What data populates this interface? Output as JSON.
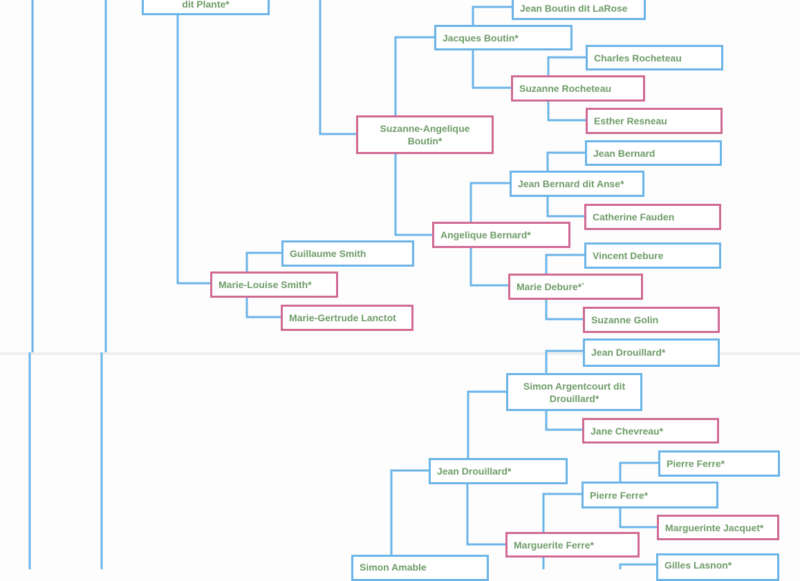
{
  "people": {
    "dit_plante": "dit Plante*",
    "jean_boutin_larose": "Jean Boutin dit LaRose",
    "jacques_boutin": "Jacques Boutin*",
    "charles_rocheteau": "Charles Rocheteau",
    "suzanne_rocheteau": "Suzanne Rocheteau",
    "esther_resneau": "Esther Resneau",
    "suzanne_angelique_boutin": "Suzanne-Angelique Boutin*",
    "jean_bernard": "Jean Bernard",
    "jean_bernard_anse": "Jean Bernard dit Anse*",
    "catherine_fauden": "Catherine Fauden",
    "angelique_bernard": "Angelique Bernard*",
    "guillaume_smith": "Guillaume Smith",
    "vincent_debure": "Vincent Debure",
    "marie_louise_smith": "Marie-Louise Smith*",
    "marie_debure": "Marie Debure*`",
    "marie_gertrude_lanctot": "Marie-Gertrude Lanctot",
    "suzanne_golin": "Suzanne Golin",
    "jean_drouillard_1": "Jean Drouillard*",
    "simon_argentcourt": "Simon Argentcourt dit Drouillard*",
    "jane_chevreau": "Jane Chevreau*",
    "pierre_ferre_1": "Pierre Ferre*",
    "jean_drouillard_2": "Jean Drouillard*",
    "pierre_ferre_2": "Pierre Ferre*",
    "marguerinte_jacquet": "Marguerinte Jacquet*",
    "marguerite_ferre": "Marguerite Ferre*",
    "simon_amable": "Simon Amable",
    "gilles_lasnon": "Gilles Lasnon*"
  },
  "colors": {
    "male_border": "#6ab4e8",
    "female_border": "#d06a93",
    "text": "#6e9c68"
  }
}
